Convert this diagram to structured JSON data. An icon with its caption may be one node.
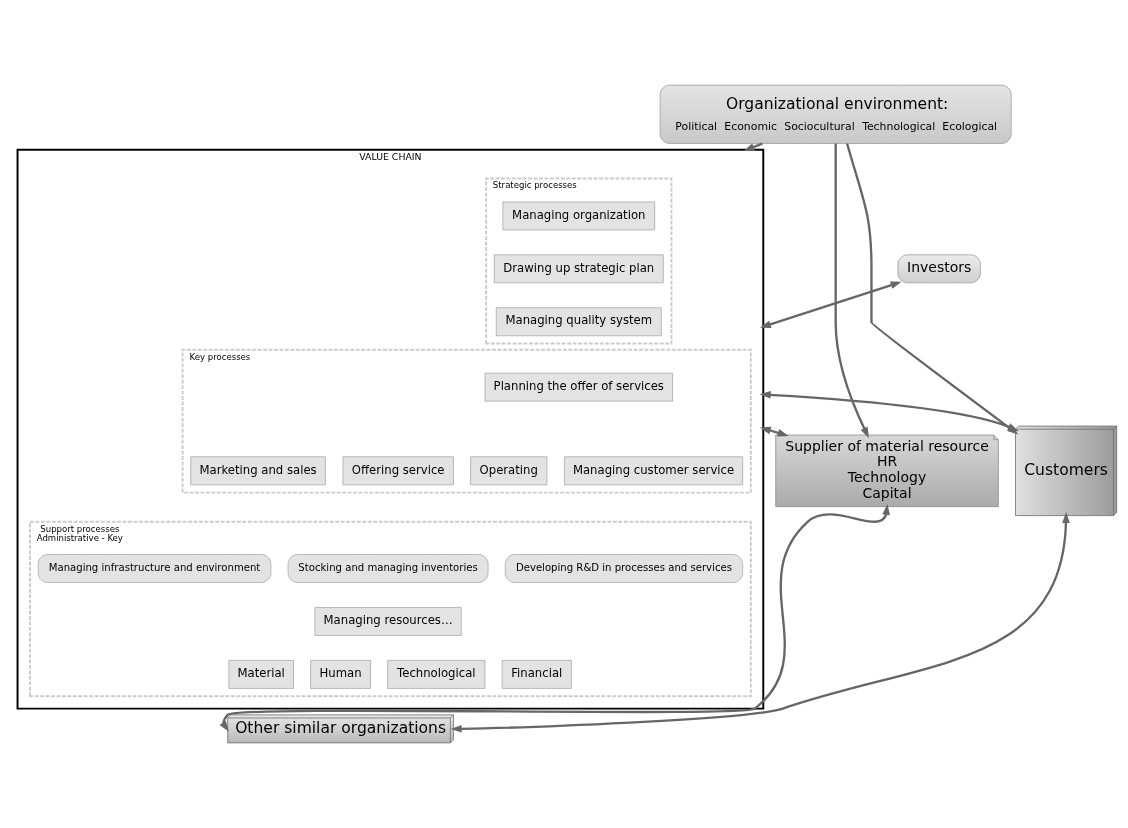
{
  "diagram": {
    "nodes": [
      {
        "text": [
          "Organizational environment:",
          "Political",
          "Economic",
          "Sociocultural",
          "Technological",
          "Ecological"
        ]
      },
      {
        "text": [
          "VALUE CHAIN"
        ]
      },
      {
        "text": [
          "Strategic processes"
        ],
        "in": 1
      },
      {
        "text": [
          "Managing organization"
        ],
        "in": 2
      },
      {
        "text": [
          "Drawing up strategic plan"
        ],
        "in": 2
      },
      {
        "text": [
          "Managing quality system"
        ],
        "in": 2
      },
      {
        "text": [
          "Key processes"
        ],
        "in": 1
      },
      {
        "text": [
          "Planning the offer of services"
        ],
        "in": 6
      },
      {
        "text": [
          "Marketing and sales"
        ],
        "in": 6
      },
      {
        "text": [
          "Offering service"
        ],
        "in": 6
      },
      {
        "text": [
          "Operating"
        ],
        "in": 6
      },
      {
        "text": [
          "Managing customer service"
        ],
        "in": 6
      },
      {
        "text": [
          "Support processes",
          "Administrative - Key"
        ],
        "in": 1
      },
      {
        "text": [
          "Developing R&D in processes and services"
        ],
        "in": 12
      },
      {
        "text": [
          "Stocking and managing inventories"
        ],
        "in": 12
      },
      {
        "text": [
          "Managing infrastructure and environment"
        ],
        "in": 12
      },
      {
        "text": [
          "Managing resources…"
        ],
        "in": 12
      },
      {
        "text": [
          "Material"
        ],
        "in": 12
      },
      {
        "text": [
          "Human"
        ],
        "in": 12
      },
      {
        "text": [
          "Technological"
        ],
        "in": 12
      },
      {
        "text": [
          "Financial"
        ],
        "in": 12
      },
      {
        "text": [
          "Investors"
        ]
      },
      {
        "text": [
          "Supplier of material resource",
          "HR",
          "Technology",
          "Capital"
        ]
      },
      {
        "text": [
          "Customers"
        ]
      },
      {
        "text": [
          "Other similar organizations"
        ]
      }
    ],
    "edges": [
      {
        "from": 0,
        "to": 22,
        "arrow": "to"
      },
      {
        "from": 0,
        "to": 1,
        "arrow": "to"
      },
      {
        "from": 0,
        "to": 23,
        "arrow": "to"
      },
      {
        "from": 21,
        "to": 1,
        "arrow": "both"
      },
      {
        "from": 22,
        "to": 1,
        "arrow": "both"
      },
      {
        "from": 1,
        "to": 23,
        "arrow": "both"
      },
      {
        "from": 22,
        "to": 24,
        "arrow": "both"
      },
      {
        "from": 24,
        "to": 23,
        "arrow": "both"
      }
    ]
  }
}
